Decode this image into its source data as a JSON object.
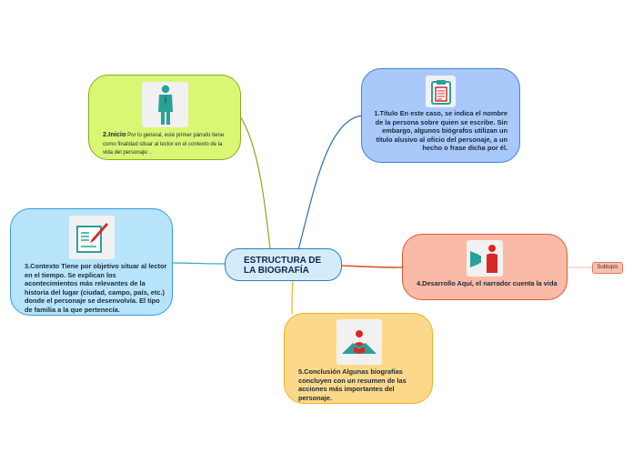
{
  "central": {
    "line1": "ESTRUCTURA DE",
    "line2": "LA BIOGRAFÍA"
  },
  "nodes": {
    "titulo": {
      "title": "1.Título",
      "text": " En este caso, se indica el nombre de la persona sobre quien se escribe. Sin embargo, algunos biógrafos utilizan un título alusivo al oficio del personaje, a un hecho o frase dicha por él.",
      "color": "#aac9fb",
      "icon": "clipboard-icon"
    },
    "inicio": {
      "title": "2.Inicio",
      "text": " Por lo general, este primer párrafo tiene como finalidad situar al lector en el contexto de la vida del personaje: .",
      "color": "#d9f774",
      "icon": "businessman-icon"
    },
    "contexto": {
      "title": "3.Contexto",
      "text": " Tiene por objetivo situar al lector en el tiempo. Se explican los acontecimientos más relevantes de la historia del lugar (ciudad, campo, país, etc.) donde el personaje se desenvolvía. El tipo de familia a la que pertenecía.",
      "color": "#b8e4fb",
      "icon": "document-pen-icon"
    },
    "desarrollo": {
      "title": "4.Desarrollo",
      "text": " Aquí, el narrador cuenta la vida",
      "color": "#f9bba8",
      "icon": "speaker-megaphone-icon"
    },
    "conclusion": {
      "title": "5.Conclusión",
      "text": " Algunas biografías concluyen con un resumen de las acciones más importantes del personaje.",
      "color": "#fcd98a",
      "icon": "reader-icon"
    }
  },
  "subtopic": {
    "label": "Subtopic"
  },
  "colors": {
    "teal": "#2aa198",
    "red": "#d62828",
    "link_titulo": "#2b6cb0",
    "link_inicio": "#8aaa1a",
    "link_contexto": "#3a9ad9",
    "link_desarrollo": "#e0572e",
    "link_conclusion": "#f2b21e"
  }
}
